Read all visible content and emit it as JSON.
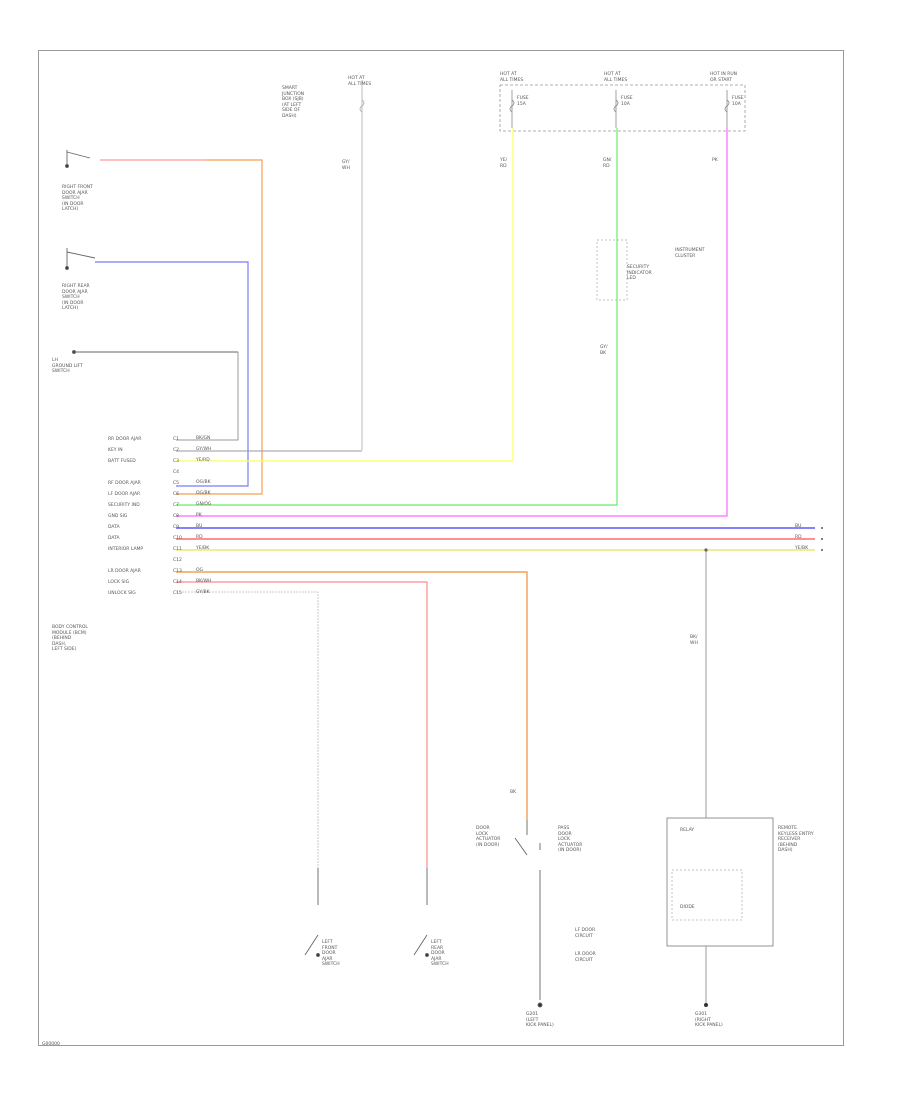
{
  "diagram": {
    "footer_code": "G00000",
    "wire_colors": {
      "red": "#ff6b6b",
      "orange": "#f3a054",
      "blue": "#5b5bf5",
      "yellow": "#ffff5a",
      "green": "#66ee66",
      "pink": "#ff66ff",
      "gray": "#888888"
    },
    "labels": {
      "fuse_center_1": "HOT AT\nALL TIMES",
      "fuse_center_2": "HOT AT\nALL TIMES",
      "fuse_center_3": "HOT IN RUN\nOR START",
      "fuse_1": "FUSE\n15A",
      "fuse_2": "FUSE\n10A",
      "fuse_3": "FUSE\n10A",
      "hot_top": "HOT AT\nALL TIMES",
      "relay_top": "SMART\nJUNCTION\nBOX (SJB)\n(AT LEFT\nSIDE OF\nDASH)",
      "gy_wire": "GY/\nWH",
      "yl_wire": "YE/\nRD",
      "gn_wire": "GN/\nRD",
      "pk_wire": "PK",
      "front_door_sw": "RIGHT FRONT\nDOOR AJAR\nSWITCH\n(IN DOOR\nLATCH)",
      "rear_door_sw": "RIGHT REAR\nDOOR AJAR\nSWITCH\n(IN DOOR\nLATCH)",
      "ignition_sw": "LH\nGROUND LIFT\nSWITCH",
      "security_led": "SECURITY\nINDICATOR\nLED",
      "instrument": "INSTRUMENT\nCLUSTER",
      "module": "BODY CONTROL\nMODULE (BCM)\n(BEHIND\nDASH,\nLEFT SIDE)",
      "switch_center": "DOOR\nLOCK\nACTUATOR\n(IN DOOR)",
      "switch_right": "PASS\nDOOR\nLOCK\nACTUATOR\n(IN DOOR)",
      "ground_left": "G201\n(LEFT\nKICK PANEL)",
      "ground_right": "G301\n(RIGHT\nKICK PANEL)",
      "module_right": "REMOTE\nKEYLESS ENTRY\nRECEIVER\n(BEHIND\nDASH)",
      "lf_door": "LEFT\nFRONT\nDOOR\nAJAR\nSWITCH",
      "lr_door": "LEFT\nREAR\nDOOR\nAJAR\nSWITCH",
      "ground_mid_a": "LF DOOR\nCIRCUIT",
      "ground_mid_b": "LR DOOR\nCIRCUIT",
      "wire_bk": "BK",
      "wire_bk2": "BK/\nWH",
      "wire_gy": "GY/\nBK",
      "relay_contact": "RELAY",
      "relay_inner": "DIODE"
    },
    "pin_labels": [
      "RR DOOR AJAR",
      "KEY IN",
      "BATT FUSED",
      "",
      "RF DOOR AJAR",
      "LF DOOR AJAR",
      "SECURITY IND",
      "GND SIG",
      "DATA",
      "DATA",
      "INTERIOR LAMP",
      "",
      "LR DOOR AJAR",
      "LOCK SIG",
      "UNLOCK SIG"
    ],
    "pin_numbers": [
      "C1",
      "C2",
      "C3",
      "C4",
      "C5",
      "C6",
      "C7",
      "C8",
      "C9",
      "C10",
      "C11",
      "C12",
      "C13",
      "C14",
      "C15"
    ],
    "wire_labels_bus": [
      "BK/GN",
      "GY/WH",
      "YE/RD",
      "",
      "OG/BK",
      "OG/BK",
      "GN/OG",
      "PK",
      "BU",
      "RD",
      "YE/BK",
      "",
      "OG",
      "BK/WH",
      "GY/BK"
    ],
    "right_bus_labels": [
      "BU",
      "RD",
      "YE/BK"
    ]
  }
}
